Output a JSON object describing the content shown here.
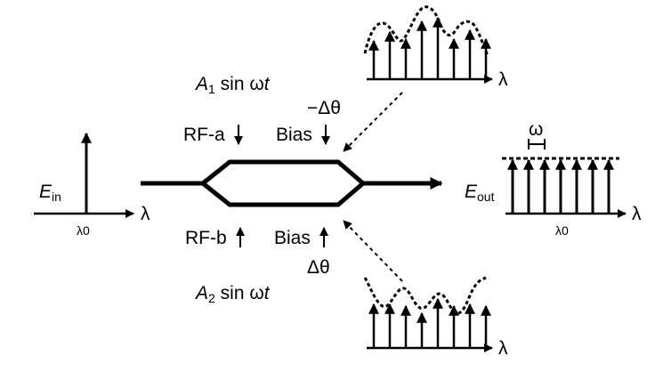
{
  "input": {
    "field_symbol": "E",
    "field_subscript": "in",
    "center_label": "λ0",
    "axis_label": "λ"
  },
  "output": {
    "field_symbol": "E",
    "field_subscript": "out",
    "center_label": "λ0",
    "axis_label": "λ",
    "spacing_label": "ω"
  },
  "upper_arm": {
    "drive_amp": "A",
    "drive_sub": "1",
    "drive_rest": " sin ω",
    "drive_t": "t",
    "rf_label": "RF-a",
    "bias_label": "Bias",
    "phase_label": "−Δθ"
  },
  "lower_arm": {
    "drive_amp": "A",
    "drive_sub": "2",
    "drive_rest": " sin ω",
    "drive_t": "t",
    "rf_label": "RF-b",
    "bias_label": "Bias",
    "phase_label": "Δθ"
  },
  "top_spectrum": {
    "axis_label": "λ"
  },
  "bottom_spectrum": {
    "axis_label": "λ"
  }
}
